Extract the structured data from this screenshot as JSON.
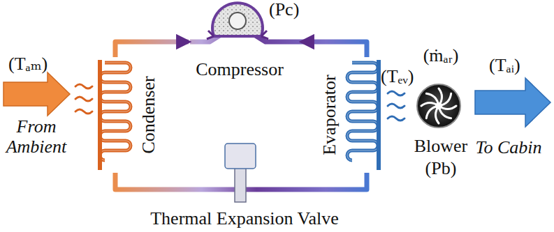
{
  "diagram": {
    "nodes": [
      {
        "text": [
          "Condenser"
        ]
      },
      {
        "text": [
          "(Pc)",
          "Compressor"
        ]
      },
      {
        "text": [
          "Evaporator"
        ]
      },
      {
        "text": [
          "(ṁₐᵣ)",
          "Blower",
          "(Pb)"
        ]
      },
      {
        "text": [
          "Thermal Expansion Valve"
        ]
      }
    ],
    "edges": [
      {
        "from": 0,
        "to": 1,
        "arrow": "to"
      },
      {
        "from": 2,
        "to": 1,
        "arrow": "to"
      },
      {
        "from": 2,
        "to": 4,
        "arrow": "none"
      },
      {
        "from": 4,
        "to": 0,
        "arrow": "none"
      }
    ],
    "labels": [
      "(Tₐₘ)",
      "From Ambient",
      "(Tₑᵥ)",
      "(Tₐᵢ)",
      "To Cabin"
    ]
  }
}
